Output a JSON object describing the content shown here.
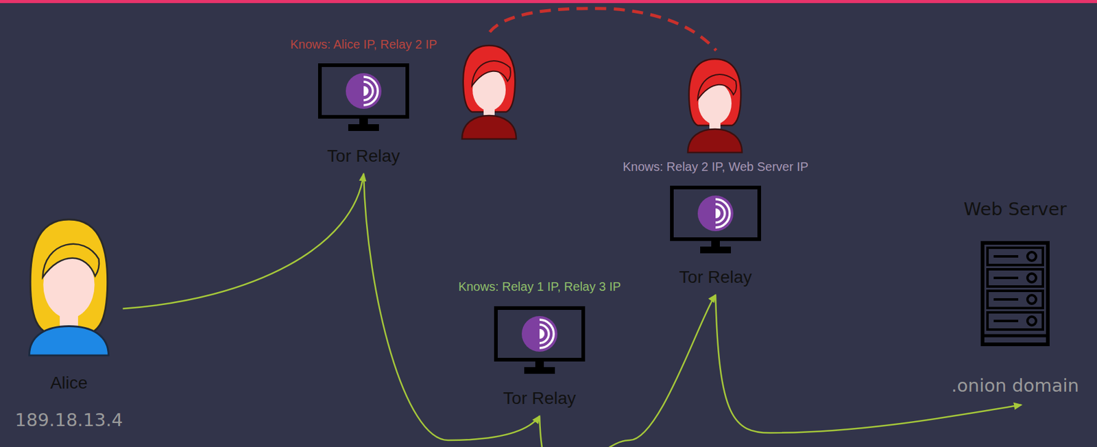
{
  "diagram": {
    "nodes": [
      {
        "text": [
          "Alice",
          "189.18.13.4"
        ]
      },
      {
        "text": [
          "Knows: Alice IP, Relay 2 IP",
          "Tor Relay"
        ]
      },
      {
        "text": [
          "Knows: Relay 1 IP, Relay 3 IP",
          "Tor Relay"
        ]
      },
      {
        "text": [
          "Knows: Relay 2 IP, Web Server IP",
          "Tor Relay"
        ]
      },
      {
        "text": [
          "Web Server",
          ".onion domain"
        ]
      }
    ],
    "edges": [
      {
        "from": 0,
        "to": 1,
        "arrow": "to"
      },
      {
        "from": 1,
        "to": 2,
        "arrow": "to"
      },
      {
        "from": 2,
        "to": 3,
        "arrow": "to"
      },
      {
        "from": 3,
        "to": 4,
        "arrow": "to"
      }
    ]
  }
}
